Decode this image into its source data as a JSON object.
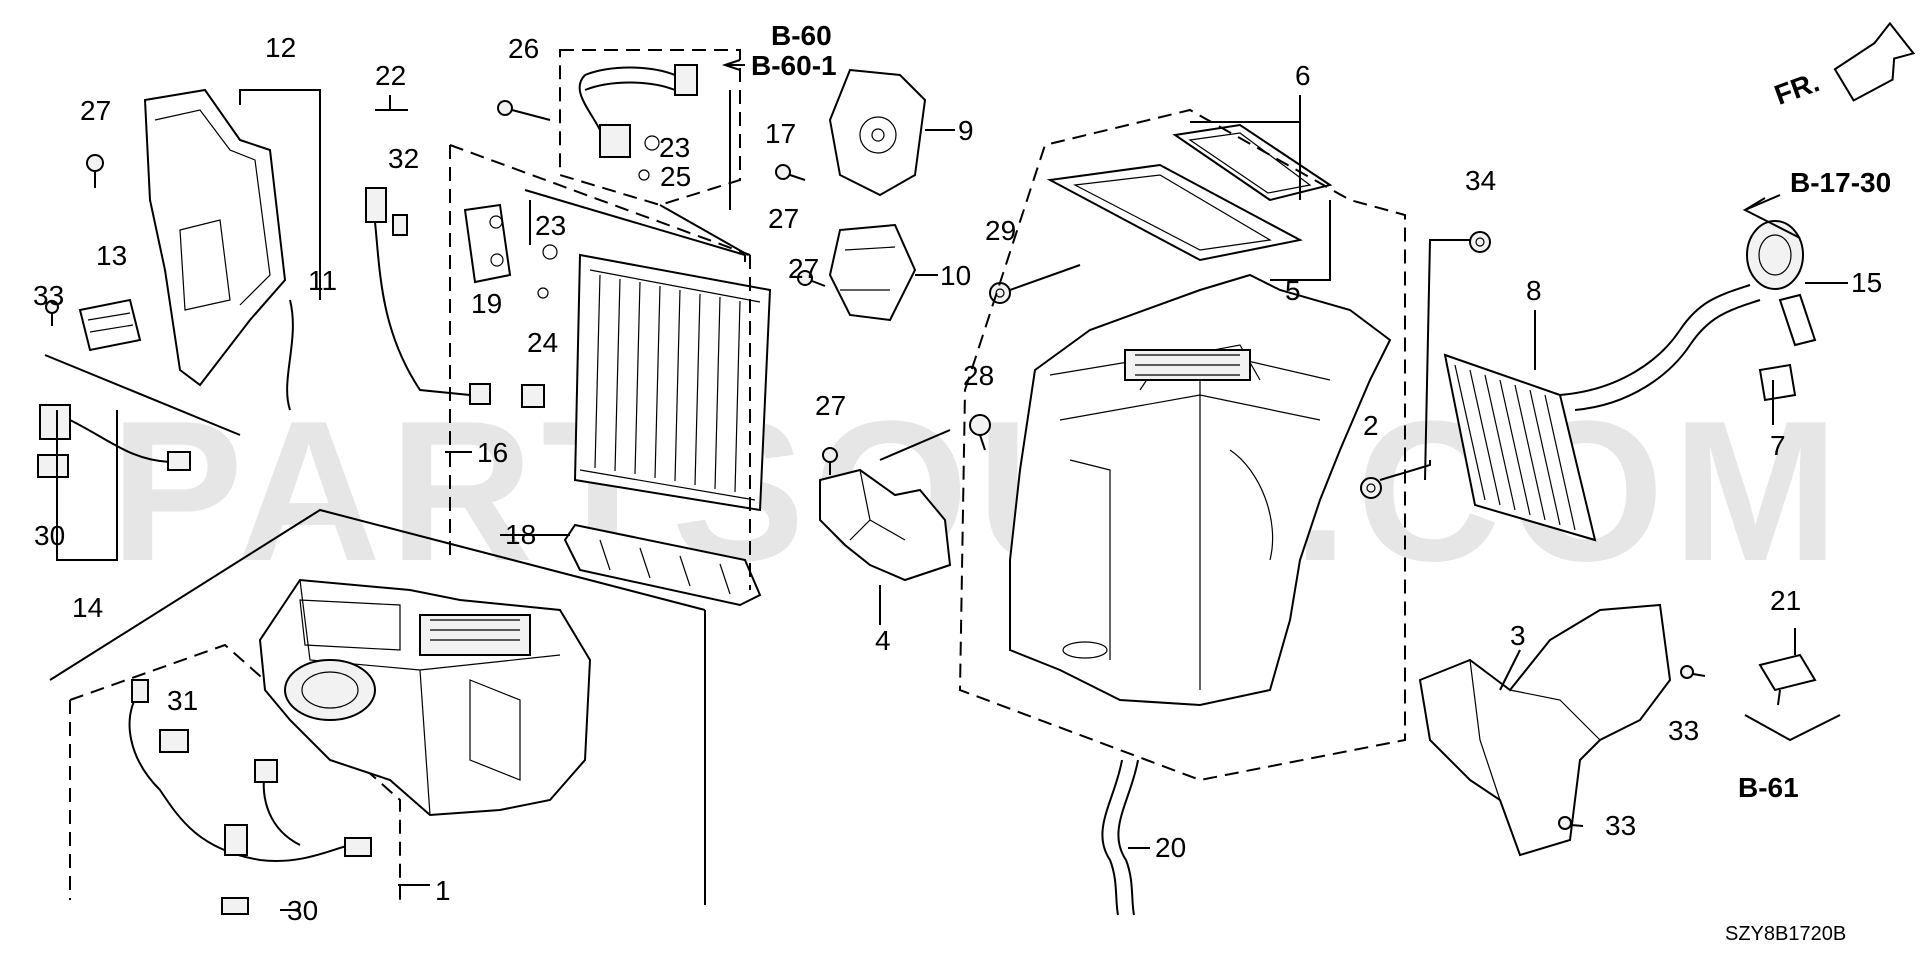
{
  "watermark": "PARTSOUQ.COM",
  "diagram_code": "SZY8B1720B",
  "direction_label": "FR.",
  "refs": {
    "b60": "B-60",
    "b60_1": "B-60-1",
    "b17_30": "B-17-30",
    "b61": "B-61"
  },
  "callouts": {
    "c1": "1",
    "c2": "2",
    "c3": "3",
    "c4": "4",
    "c5": "5",
    "c6": "6",
    "c7": "7",
    "c8": "8",
    "c9": "9",
    "c10": "10",
    "c11": "11",
    "c12": "12",
    "c13": "13",
    "c14": "14",
    "c15": "15",
    "c16": "16",
    "c17": "17",
    "c18": "18",
    "c19": "19",
    "c20": "20",
    "c21": "21",
    "c22": "22",
    "c23a": "23",
    "c23b": "23",
    "c24": "24",
    "c25": "25",
    "c26": "26",
    "c27a": "27",
    "c27b": "27",
    "c27c": "27",
    "c27d": "27",
    "c28": "28",
    "c29": "29",
    "c30a": "30",
    "c30b": "30",
    "c31": "31",
    "c32": "32",
    "c33a": "33",
    "c33b": "33",
    "c33c": "33",
    "c34": "34"
  }
}
